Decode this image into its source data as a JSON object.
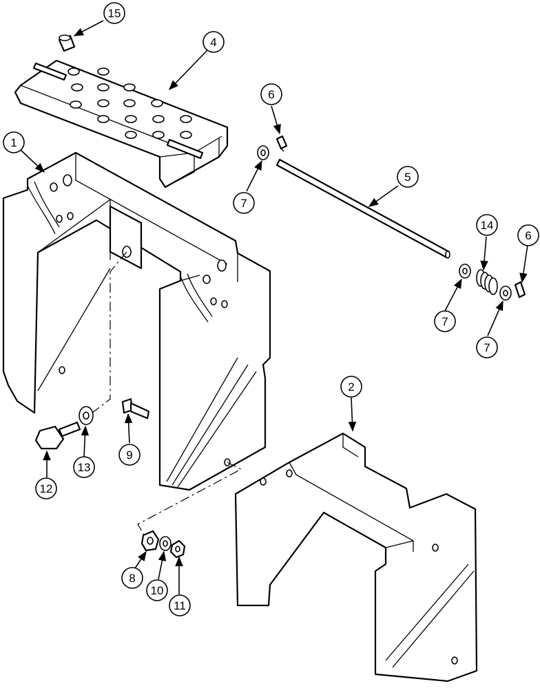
{
  "callouts": [
    {
      "id": "c15",
      "label": "15"
    },
    {
      "id": "c4",
      "label": "4"
    },
    {
      "id": "c1",
      "label": "1"
    },
    {
      "id": "c6a",
      "label": "6"
    },
    {
      "id": "c7a",
      "label": "7"
    },
    {
      "id": "c5",
      "label": "5"
    },
    {
      "id": "c14",
      "label": "14"
    },
    {
      "id": "c6b",
      "label": "6"
    },
    {
      "id": "c7b",
      "label": "7"
    },
    {
      "id": "c7c",
      "label": "7"
    },
    {
      "id": "c2",
      "label": "2"
    },
    {
      "id": "c13",
      "label": "13"
    },
    {
      "id": "c9",
      "label": "9"
    },
    {
      "id": "c12",
      "label": "12"
    },
    {
      "id": "c8",
      "label": "8"
    },
    {
      "id": "c10",
      "label": "10"
    },
    {
      "id": "c11",
      "label": "11"
    }
  ]
}
